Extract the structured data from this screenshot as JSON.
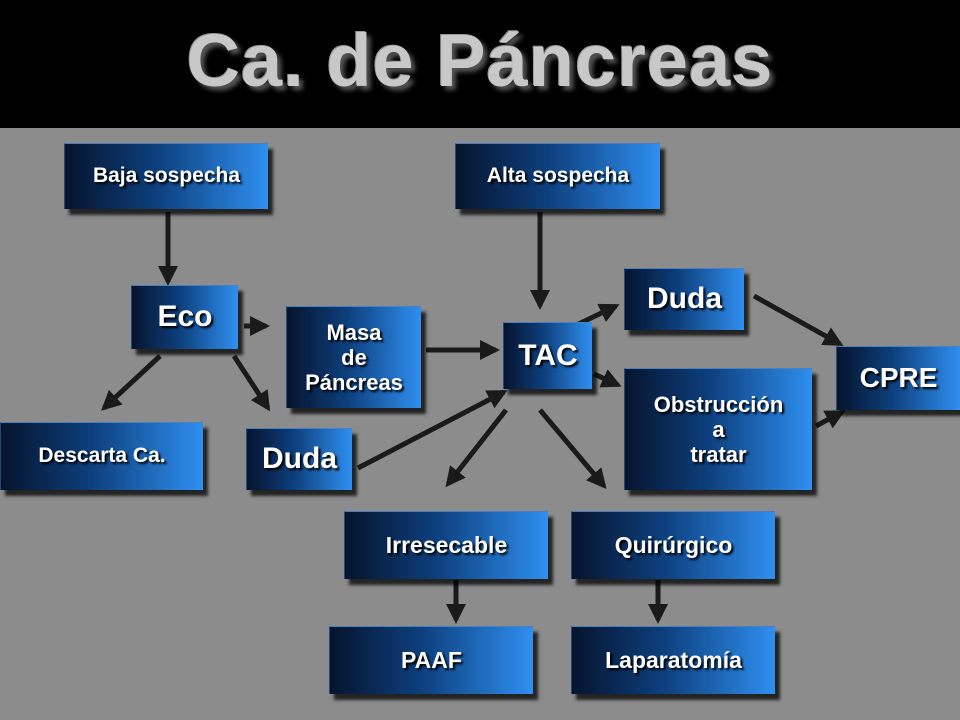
{
  "title": "Ca. de Páncreas",
  "nodes": {
    "baja_sospecha": "Baja sospecha",
    "alta_sospecha": "Alta sospecha",
    "eco": "Eco",
    "masa_de_pancreas": "Masa\nde\nPáncreas",
    "duda_top": "Duda",
    "tac": "TAC",
    "cpre": "CPRE",
    "obstruccion": "Obstrucción\na\ntratar",
    "descarta": "Descarta Ca.",
    "duda_bottom": "Duda",
    "irresecable": "Irresecable",
    "quirurgico": "Quirúrgico",
    "paaf": "PAAF",
    "laparatomia": "Laparatomía"
  },
  "edges": [
    [
      "baja_sospecha",
      "eco"
    ],
    [
      "alta_sospecha",
      "tac"
    ],
    [
      "eco",
      "masa_de_pancreas"
    ],
    [
      "eco",
      "descarta"
    ],
    [
      "eco",
      "duda_bottom"
    ],
    [
      "masa_de_pancreas",
      "tac"
    ],
    [
      "duda_bottom",
      "tac"
    ],
    [
      "tac",
      "duda_top"
    ],
    [
      "tac",
      "obstruccion"
    ],
    [
      "tac",
      "irresecable"
    ],
    [
      "tac",
      "quirurgico"
    ],
    [
      "duda_top",
      "cpre"
    ],
    [
      "obstruccion",
      "cpre"
    ],
    [
      "irresecable",
      "paaf"
    ],
    [
      "quirurgico",
      "laparatomia"
    ]
  ],
  "colors": {
    "background": "#8c8c8c",
    "title_bar": "#000000",
    "title_text": "#c8c8c8",
    "box_dark": "#06142e",
    "box_light": "#2f8ff0",
    "arrow": "#1a1a1a"
  }
}
